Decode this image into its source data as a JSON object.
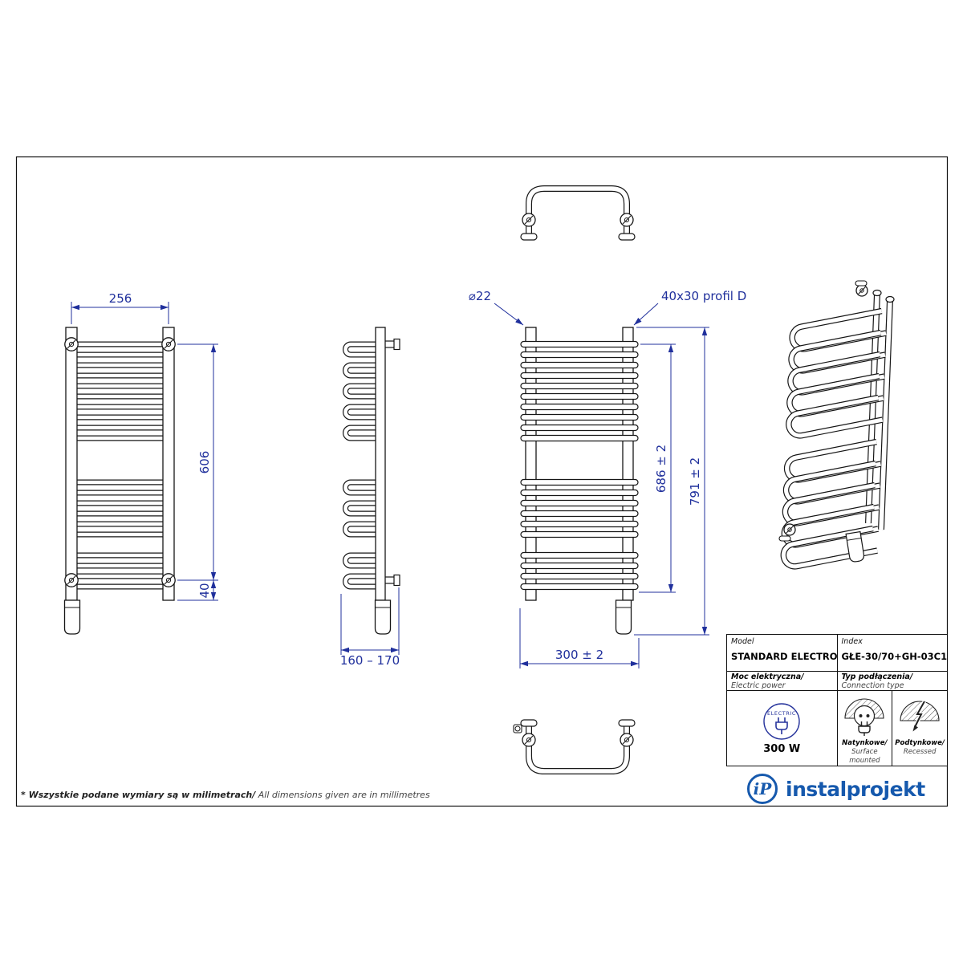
{
  "accent_colors": {
    "dimension_blue": "#20309c",
    "logo_blue": "#1659ad"
  },
  "dimensions": {
    "width_top": "256",
    "height_main": "606",
    "height_bottom": "40",
    "depth_range": "160 – 170",
    "tube_diameter": "⌀22",
    "profile_note": "40x30 profil D",
    "height_inner": "686 ± 2",
    "height_total": "791 ± 2",
    "width_total": "300 ± 2"
  },
  "title_block": {
    "model_label": "Model",
    "model_value": "STANDARD ELECTRO",
    "index_label": "Index",
    "index_value": "GŁE-30/70+GH-03C1",
    "power_label_pl": "Moc elektryczna/",
    "power_label_en": "Electric power",
    "electric_badge": "ELECTRIC",
    "power_value": "300 W",
    "connection_label_pl": "Typ podłączenia/",
    "connection_label_en": "Connection type",
    "surface_pl": "Natynkowe/",
    "surface_en": "Surface mounted",
    "recessed_pl": "Podtynkowe/",
    "recessed_en": "Recessed"
  },
  "footer": {
    "note_pl": "* Wszystkie podane wymiary są w milimetrach/",
    "note_en": " All dimensions given are in millimetres"
  },
  "logo": {
    "monogram": "iP",
    "wordmark": "instalprojekt"
  }
}
